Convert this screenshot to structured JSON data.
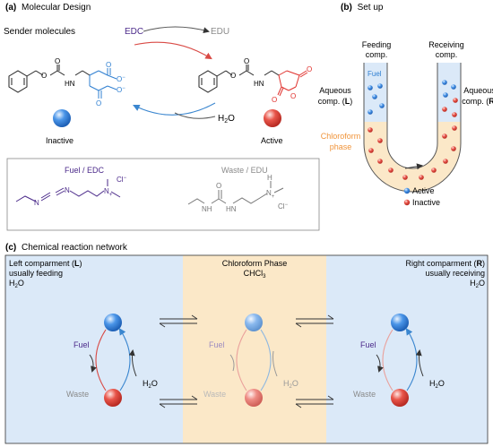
{
  "panel_a": {
    "label": "(a)",
    "title": "Molecular Design",
    "sender": "Sender molecules",
    "edc": "EDC",
    "edu": "EDU",
    "water_h": "H",
    "water_sub": "2",
    "water_o": "O",
    "inactive": "Inactive",
    "active": "Active",
    "box": {
      "fuel_title": "Fuel / EDC",
      "waste_title": "Waste / EDU",
      "cl": "Cl",
      "cl_sup": "−",
      "nh": "H",
      "n": "N",
      "o": "O",
      "plus": "+"
    },
    "atoms": {
      "o": "O",
      "n": "N",
      "h": "H",
      "o_minus": "O",
      "minus": "−"
    }
  },
  "panel_b": {
    "label": "(b)",
    "title": "Set up",
    "feeding": [
      "Feeding",
      "comp."
    ],
    "receiving": [
      "Receiving",
      "comp."
    ],
    "fuel": "Fuel",
    "aq_left": [
      "Aqueous",
      "comp. (",
      "L",
      ")"
    ],
    "aq_right": [
      "Aqueous",
      "comp. (",
      "R",
      ")"
    ],
    "chloroform": [
      "Chloroform",
      "phase"
    ],
    "legend_active": "Active",
    "legend_inactive": "Inactive"
  },
  "panel_c": {
    "label": "(c)",
    "title": "Chemical reaction network",
    "left": {
      "line1a": "Left comparment (",
      "line1b": "L",
      "line1c": ")",
      "line2": "usually feeding",
      "h2o_h": "H",
      "h2o_sub": "2",
      "h2o_o": "O"
    },
    "middle": {
      "line1": "Chloroform Phase",
      "line2a": "CHCl",
      "line2sub": "3"
    },
    "right": {
      "line1a": "Right comparment (",
      "line1b": "R",
      "line1c": ")",
      "line2": "usually receiving",
      "h2o_h": "H",
      "h2o_sub": "2",
      "h2o_o": "O"
    },
    "fuel": "Fuel",
    "waste": "Waste",
    "water_h": "H",
    "water_sub": "2",
    "water_o": "O"
  },
  "colors": {
    "purple": "#4b2a8a",
    "gray": "#8a8a8a",
    "blue_struct": "#2f7fd1",
    "red_struct": "#e0302c",
    "orange": "#f0943a",
    "aqueous_bg": "#dbe9f8",
    "chloroform_bg": "#fbe8c8"
  }
}
